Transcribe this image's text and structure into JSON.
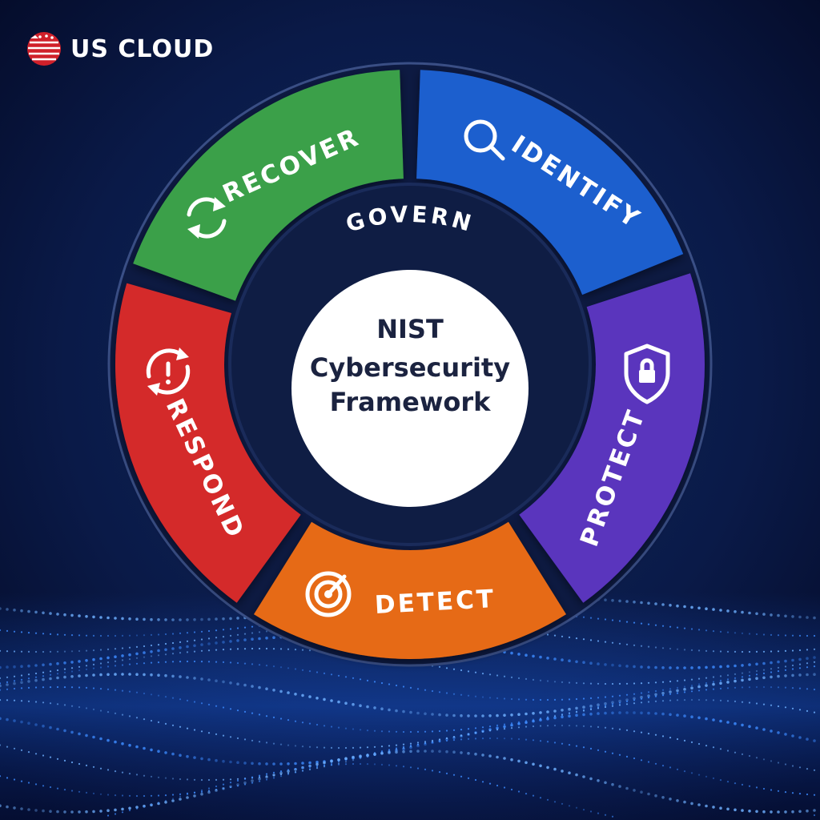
{
  "brand": {
    "name": "US CLOUD"
  },
  "framework": {
    "center_title_line1": "NIST",
    "center_title_line2": "Cybersecurity",
    "center_title_line3": "Framework",
    "core_function": "GOVERN",
    "functions": [
      {
        "label": "IDENTIFY",
        "color": "#1f5fce",
        "icon": "magnifier-icon"
      },
      {
        "label": "PROTECT",
        "color": "#5a34bd",
        "icon": "shield-lock-icon"
      },
      {
        "label": "DETECT",
        "color": "#e66a14",
        "icon": "radar-icon"
      },
      {
        "label": "RESPOND",
        "color": "#d42a2a",
        "icon": "alert-refresh-icon"
      },
      {
        "label": "RECOVER",
        "color": "#3aa04a",
        "icon": "refresh-arrows-icon"
      }
    ],
    "ring_color": "#0f1d44",
    "center_color": "#ffffff"
  }
}
